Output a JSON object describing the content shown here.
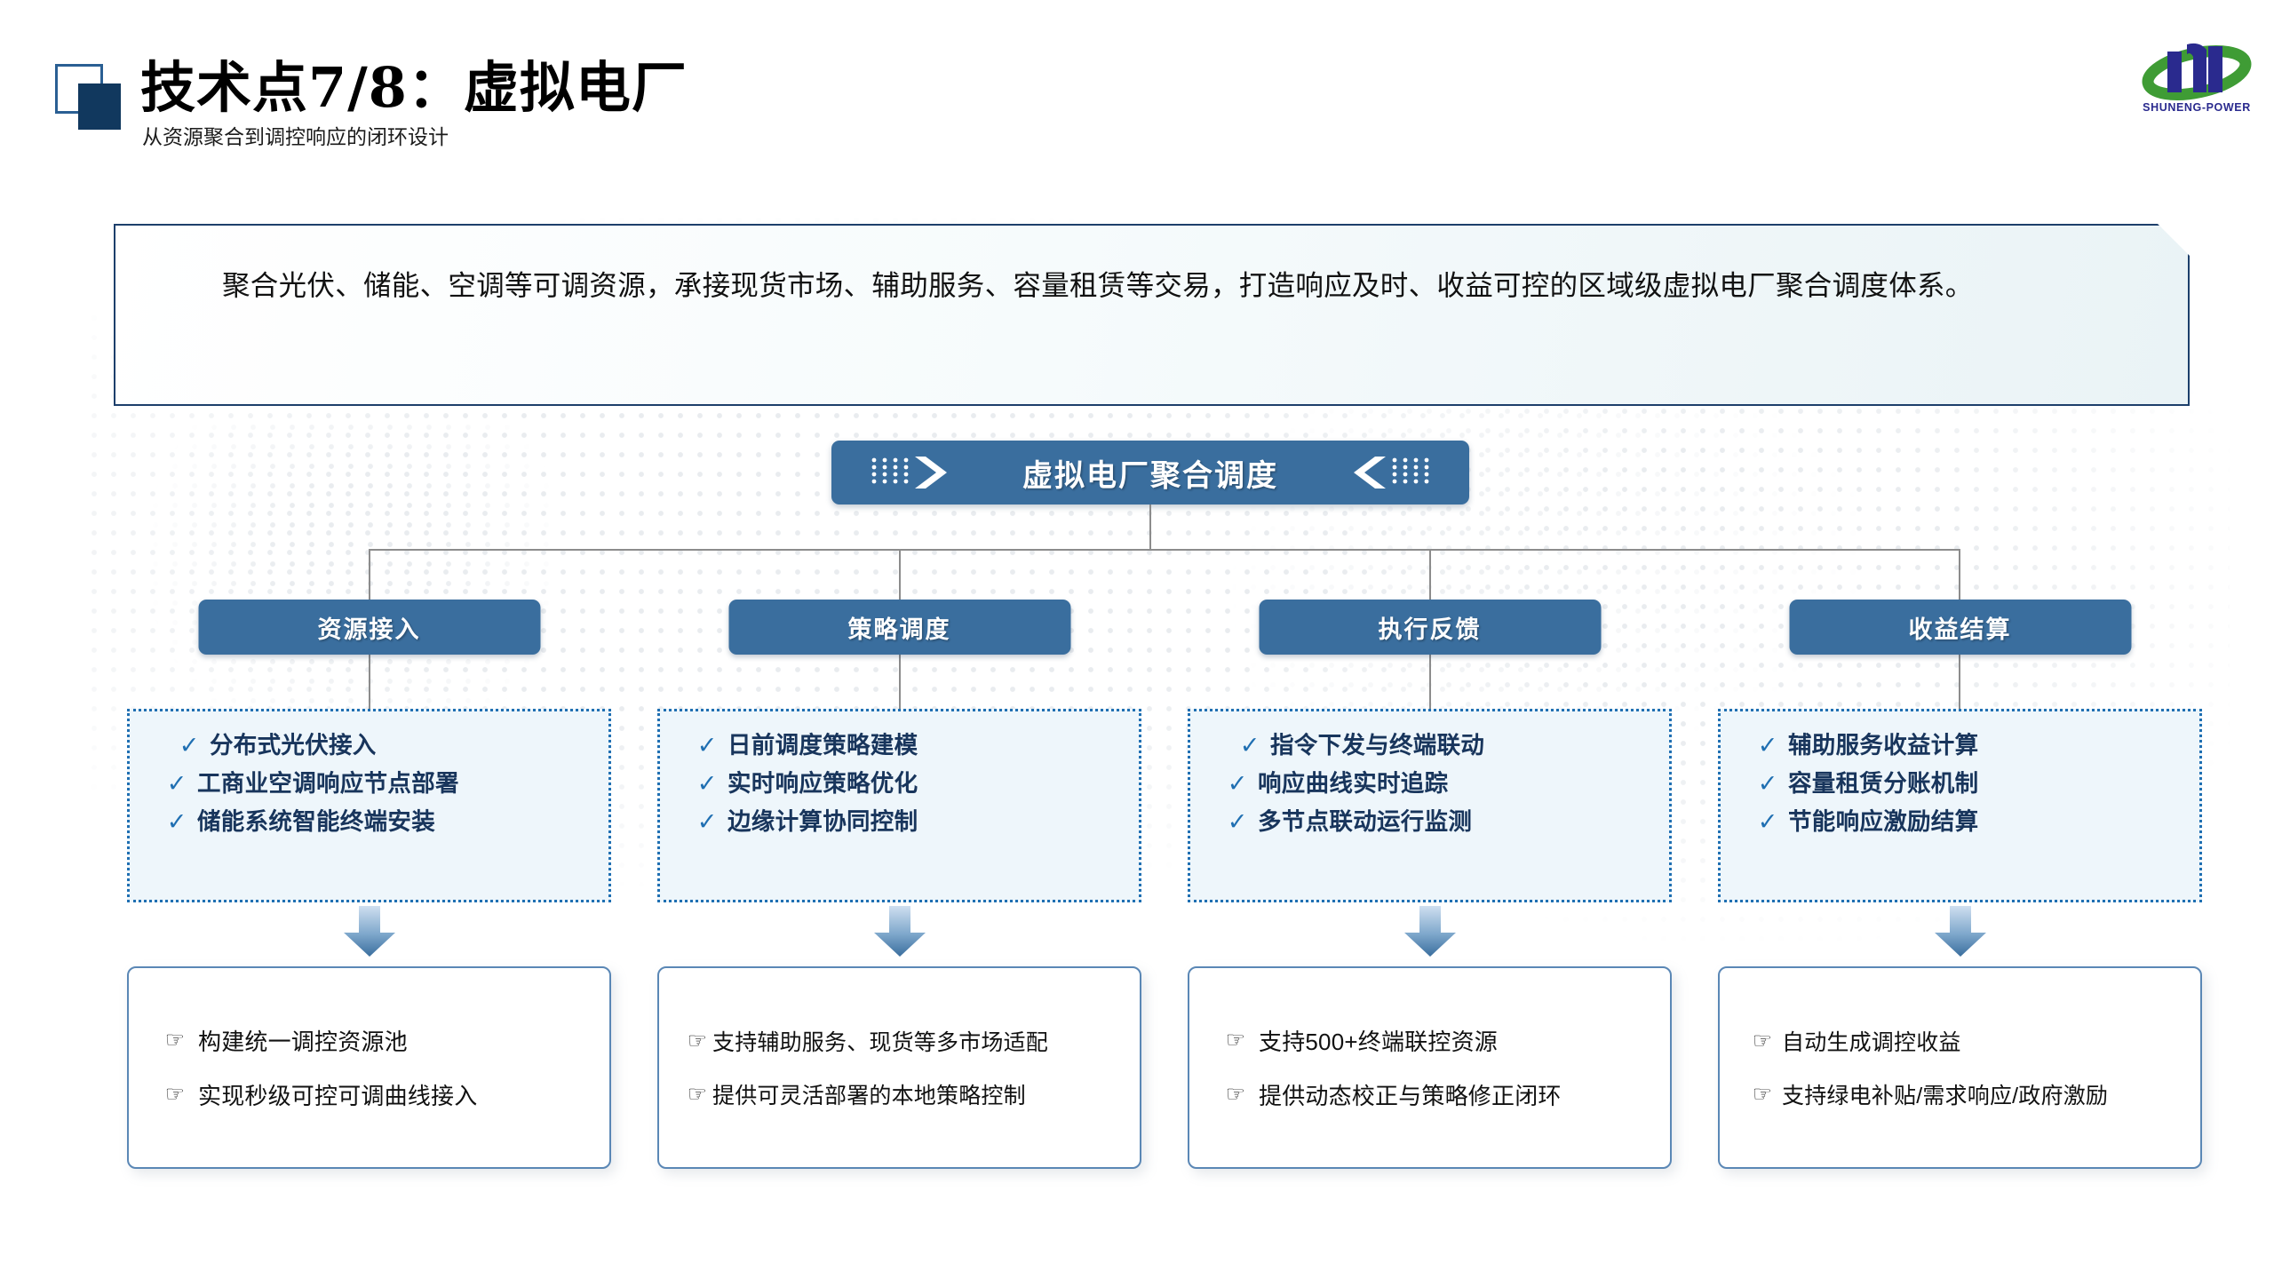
{
  "header": {
    "title": "技术点7/8：虚拟电厂",
    "subtitle": "从资源聚合到调控响应的闭环设计",
    "logo_text": "SHUNENG-POWER"
  },
  "banner": {
    "text": "聚合光伏、储能、空调等可调资源，承接现货市场、辅助服务、容量租赁等交易，打造响应及时、收益可控的区域级虚拟电厂聚合调度体系。"
  },
  "hub": {
    "title": "虚拟电厂聚合调度"
  },
  "columns": [
    {
      "category": "资源接入",
      "checks": [
        "分布式光伏接入",
        "工商业空调响应节点部署",
        "储能系统智能终端安装"
      ],
      "results": [
        "构建统一调控资源池",
        "实现秒级可控可调曲线接入"
      ]
    },
    {
      "category": "策略调度",
      "checks": [
        "日前调度策略建模",
        "实时响应策略优化",
        "边缘计算协同控制"
      ],
      "results": [
        "支持辅助服务、现货等多市场适配",
        "提供可灵活部署的本地策略控制"
      ]
    },
    {
      "category": "执行反馈",
      "checks": [
        "指令下发与终端联动",
        "响应曲线实时追踪",
        "多节点联动运行监测"
      ],
      "results": [
        "支持500+终端联控资源",
        "提供动态校正与策略修正闭环"
      ]
    },
    {
      "category": "收益结算",
      "checks": [
        "辅助服务收益计算",
        "容量租赁分账机制",
        "节能响应激励结算"
      ],
      "results": [
        "自动生成调控收益",
        "支持绿电补贴/需求响应/政府激励"
      ]
    }
  ],
  "glyphs": {
    "check": "✓",
    "pointer": "☞"
  },
  "colors": {
    "brand_blue": "#3a6e9e",
    "deep_navy": "#11385e",
    "check_border": "#1f6fb2",
    "check_fill": "#eef6fb",
    "logo_green": "#3f9c35",
    "logo_blue": "#2a2a8e"
  }
}
